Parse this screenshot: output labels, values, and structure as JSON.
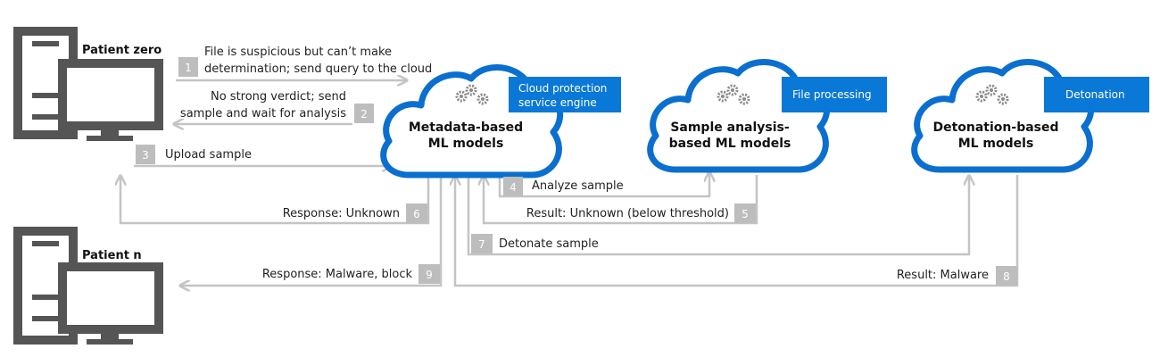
{
  "patients": {
    "zero": "Patient zero",
    "n": "Patient n"
  },
  "clouds": {
    "metadata": {
      "banner_line1": "Cloud protection",
      "banner_line2": "service engine",
      "title_line1": "Metadata-based",
      "title_line2": "ML models"
    },
    "sample": {
      "banner": "File processing",
      "title_line1": "Sample analysis-",
      "title_line2": "based ML models"
    },
    "detonation": {
      "banner": "Detonation",
      "title_line1": "Detonation-based",
      "title_line2": "ML models"
    }
  },
  "steps": {
    "s1": {
      "num": "1",
      "line1": "File is suspicious but can’t make",
      "line2": "determination; send query to the cloud"
    },
    "s2": {
      "num": "2",
      "line1": "No strong verdict; send",
      "line2": "sample and wait for analysis"
    },
    "s3": {
      "num": "3",
      "text": "Upload sample"
    },
    "s4": {
      "num": "4",
      "text": "Analyze sample"
    },
    "s5": {
      "num": "5",
      "text": "Result: Unknown (below threshold)"
    },
    "s6": {
      "num": "6",
      "text": "Response: Unknown"
    },
    "s7": {
      "num": "7",
      "text": "Detonate sample"
    },
    "s8": {
      "num": "8",
      "text": "Result: Malware"
    },
    "s9": {
      "num": "9",
      "text": "Response: Malware, block"
    }
  },
  "colors": {
    "cloud_stroke": "#0a6fcf",
    "banner": "#0a78d7",
    "arrow": "#c4c4c4",
    "badge": "#bdbdbd",
    "computer": "#555555"
  },
  "icons": {
    "computer": "computer-icon",
    "gears": "gears-icon"
  }
}
